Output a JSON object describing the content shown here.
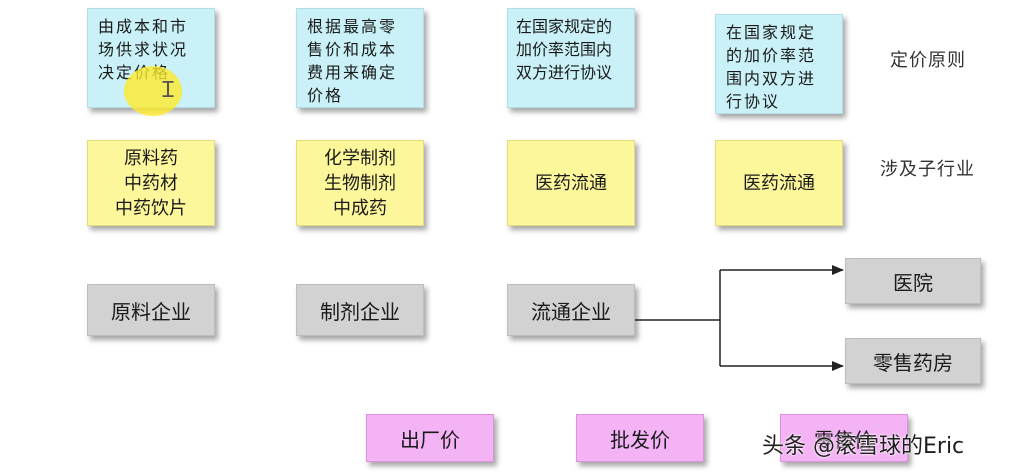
{
  "pricing_principles": [
    {
      "lines": [
        "由成本和市",
        "场供求状况",
        "决定价格"
      ]
    },
    {
      "lines": [
        "根据最高零",
        "售价和成本",
        "费用来确定",
        "价格"
      ]
    },
    {
      "lines": [
        "在国家规定的",
        "加价率范围内",
        "双方进行协议"
      ]
    },
    {
      "lines": [
        "在国家规定",
        "的加价率范",
        "围内双方进",
        "行协议"
      ]
    }
  ],
  "sub_industries": [
    {
      "lines": [
        "原料药",
        "中药材",
        "中药饮片"
      ]
    },
    {
      "lines": [
        "化学制剂",
        "生物制剂",
        "中成药"
      ]
    },
    {
      "lines": [
        "医药流通"
      ]
    },
    {
      "lines": [
        "医药流通"
      ]
    }
  ],
  "enterprises": [
    "原料企业",
    "制剂企业",
    "流通企业"
  ],
  "terminals": [
    "医院",
    "零售药房"
  ],
  "prices": [
    "出厂价",
    "批发价",
    "零售价"
  ],
  "row_labels": {
    "pricing": "定价原则",
    "sub_industry": "涉及子行业"
  },
  "watermark": "头条 @滚雪球的Eric",
  "colors": {
    "pricing_box": "#c9f1f7",
    "sub_box": "#fdf79b",
    "enterprise_box": "#d2d2d2",
    "price_box": "#f4b3f4"
  }
}
